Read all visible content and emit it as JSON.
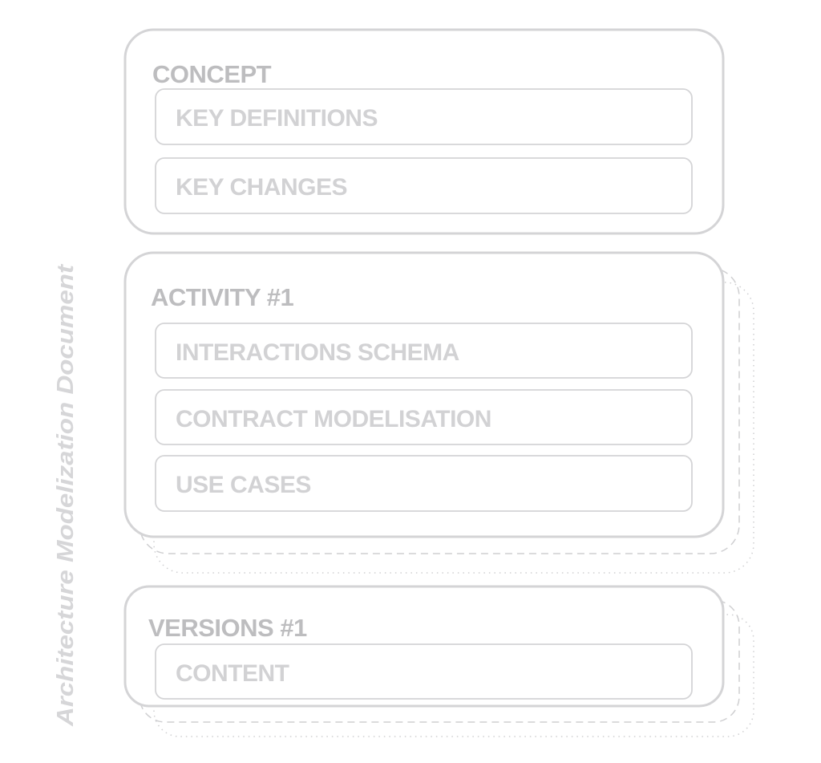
{
  "side_label": "Architecture Modelization Document",
  "sections": [
    {
      "title": "CONCEPT",
      "items": [
        "KEY DEFINITIONS",
        "KEY CHANGES"
      ]
    },
    {
      "title": "ACTIVITY #1",
      "items": [
        "INTERACTIONS SCHEMA",
        "CONTRACT MODELISATION",
        "USE CASES"
      ]
    },
    {
      "title": "VERSIONS #1",
      "items": [
        "CONTENT"
      ]
    }
  ],
  "colors": {
    "border": "#d4d4d6",
    "header_text": "#bdbdbf",
    "item_text": "#d2d2d4"
  }
}
